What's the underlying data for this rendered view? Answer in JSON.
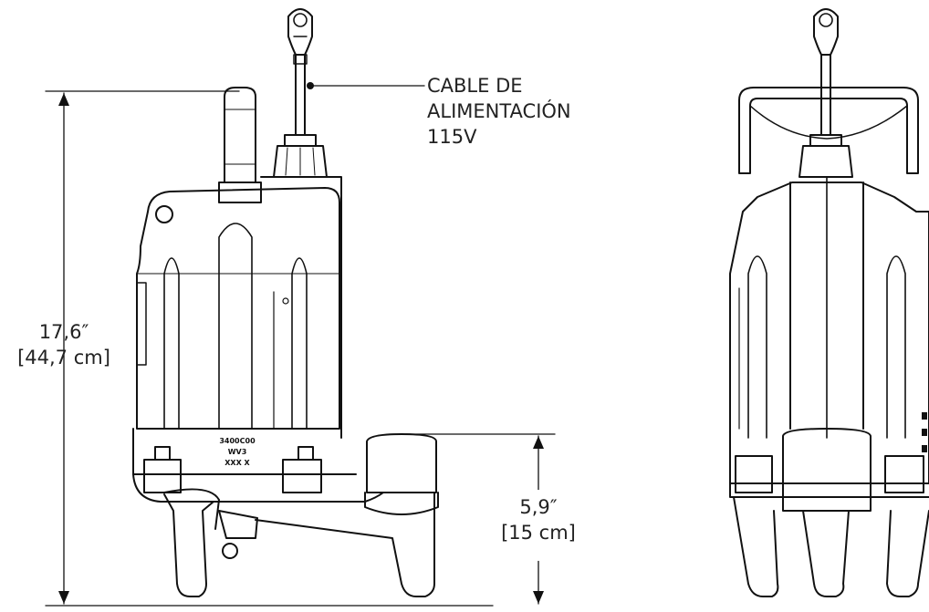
{
  "callout": {
    "line1": "CABLE DE",
    "line2": "ALIMENTACIÓN",
    "line3": "115V"
  },
  "dimensions": {
    "height_total": {
      "imperial": "17,6″",
      "metric": "[44,7 cm]"
    },
    "height_inlet": {
      "imperial": "5,9″",
      "metric": "[15 cm]"
    }
  },
  "nameplate": {
    "line1": "3400C00",
    "line2": "WV3",
    "line3": "XXX X"
  },
  "colors": {
    "line": "#111111",
    "text": "#222222"
  }
}
